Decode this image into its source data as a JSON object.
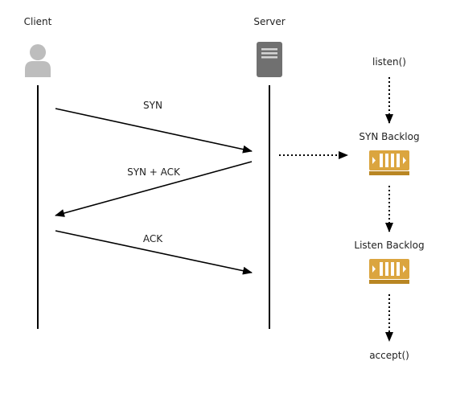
{
  "actors": {
    "client": {
      "label": "Client",
      "icon": "user-icon"
    },
    "server": {
      "label": "Server",
      "icon": "server-icon"
    }
  },
  "messages": [
    {
      "label": "SYN",
      "from": "client",
      "to": "server"
    },
    {
      "label": "SYN + ACK",
      "from": "server",
      "to": "client"
    },
    {
      "label": "ACK",
      "from": "client",
      "to": "server"
    }
  ],
  "flow": {
    "listen": "listen()",
    "syn_backlog": {
      "label": "SYN Backlog",
      "icon": "queue-icon"
    },
    "listen_backlog": {
      "label": "Listen Backlog",
      "icon": "queue-icon"
    },
    "accept": "accept()"
  },
  "colors": {
    "line": "#000000",
    "queue_fill": "#dba53f",
    "queue_dark": "#b98623",
    "user_icon": "#bdbdbd",
    "server_icon": "#707070"
  }
}
